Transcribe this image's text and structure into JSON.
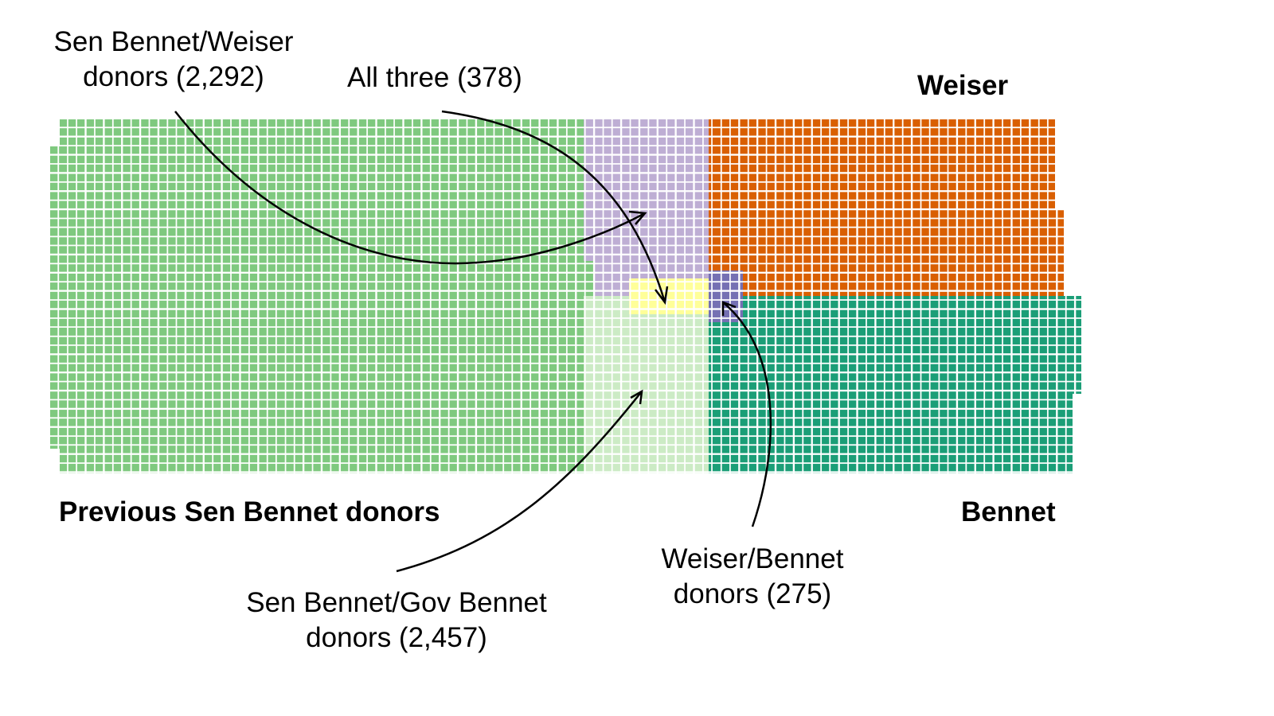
{
  "chart_data": {
    "type": "waffle",
    "title": "",
    "sets": [
      {
        "name": "Previous Sen Bennet donors",
        "color": "#7fc97f"
      },
      {
        "name": "Weiser",
        "color": "#d95f02"
      },
      {
        "name": "Bennet",
        "color": "#1b9e77"
      }
    ],
    "overlaps": [
      {
        "name": "Sen Bennet/Weiser",
        "count": 2292,
        "color": "#beaed4"
      },
      {
        "name": "Sen Bennet/Gov Bennet",
        "count": 2457,
        "color": "#ccebc5"
      },
      {
        "name": "Weiser/Bennet",
        "count": 275,
        "color": "#7570b3"
      },
      {
        "name": "All three",
        "count": 378,
        "color": "#ffff99"
      }
    ]
  },
  "labels": {
    "sen_weiser_line1": "Sen Bennet/Weiser",
    "sen_weiser_line2": "donors (2,292)",
    "all_three": "All three (378)",
    "weiser": "Weiser",
    "previous_sen": "Previous Sen Bennet donors",
    "bennet": "Bennet",
    "weiser_bennet_line1": "Weiser/Bennet",
    "weiser_bennet_line2": "donors (275)",
    "sen_gov_line1": "Sen Bennet/Gov Bennet",
    "sen_gov_line2": "donors (2,457)"
  }
}
